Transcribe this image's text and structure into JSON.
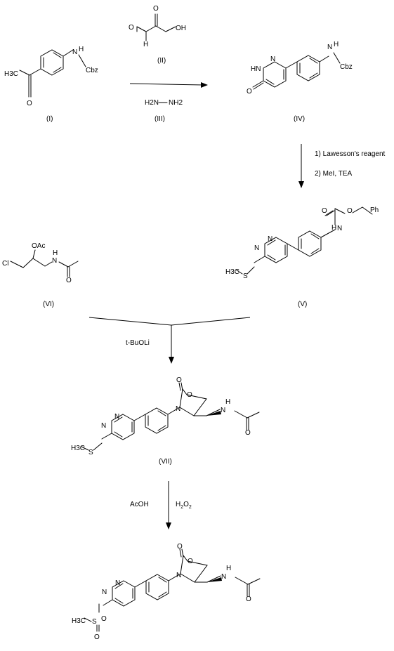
{
  "compounds": {
    "c1": {
      "label": "(I)",
      "atoms": [
        "H3C",
        "O",
        "N",
        "H",
        "Cbz"
      ]
    },
    "c2": {
      "label": "(II)",
      "atoms": [
        "O",
        "OH",
        "O",
        "H"
      ]
    },
    "c3": {
      "label": "(III)",
      "atoms": [
        "H2N",
        "NH2"
      ]
    },
    "c4": {
      "label": "(IV)",
      "atoms": [
        "HN",
        "N",
        "O",
        "N",
        "H",
        "Cbz"
      ]
    },
    "c5": {
      "label": "(V)",
      "atoms": [
        "O",
        "O",
        "Ph",
        "N",
        "H",
        "N",
        "N",
        "H3C",
        "S"
      ]
    },
    "c6": {
      "label": "(VI)",
      "atoms": [
        "OAc",
        "Cl",
        "N",
        "H",
        "O"
      ]
    },
    "c7": {
      "label": "(VII)",
      "atoms": [
        "O",
        "O",
        "N",
        "N",
        "H",
        "O",
        "N",
        "N",
        "H3C",
        "S"
      ]
    },
    "c8": {
      "atoms": [
        "O",
        "O",
        "N",
        "N",
        "H",
        "O",
        "N",
        "N",
        "H3C",
        "S",
        "O",
        "O"
      ]
    }
  },
  "reagents": {
    "step2_line1": "1) Lawesson's reagent",
    "step2_line2": "2) MeI,  TEA",
    "step3": "t-BuOLi",
    "step4_left": "AcOH",
    "step4_right": "H2O2"
  }
}
